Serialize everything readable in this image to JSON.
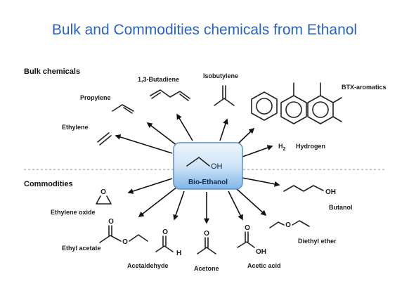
{
  "title": "Bulk and Commodities chemicals from Ethanol",
  "sections": {
    "bulk": "Bulk chemicals",
    "commodities": "Commodities"
  },
  "center": {
    "label": "Bio-Ethanol",
    "oh": "OH"
  },
  "bulk_chemicals": {
    "ethylene": "Ethylene",
    "propylene": "Propylene",
    "butadiene": "1,3-Butadiene",
    "isobutylene": "Isobutylene",
    "btx": "BTX-aromatics",
    "h2": "H",
    "h2_sub": "2",
    "hydrogen": "Hydrogen"
  },
  "commodities": {
    "ethylene_oxide": "Ethylene oxide",
    "ethylene_oxide_atom": "O",
    "ethyl_acetate": "Ethyl acetate",
    "ethyl_acetate_o1": "O",
    "ethyl_acetate_o2": "O",
    "acetaldehyde": "Acetaldehyde",
    "acetaldehyde_o": "O",
    "acetaldehyde_h": "H",
    "acetone": "Acetone",
    "acetone_o": "O",
    "acetic_acid": "Acetic acid",
    "acetic_acid_o": "O",
    "acetic_acid_oh": "OH",
    "diethyl_ether": "Diethyl ether",
    "diethyl_ether_o": "O",
    "butanol": "Butanol",
    "butanol_oh": "OH"
  },
  "colors": {
    "title": "#2a62c2",
    "box_fill_light": "#eef6fd",
    "box_fill_dark": "#7fb6e6",
    "box_border": "#5a8fc8",
    "text": "#1a1a1a"
  }
}
